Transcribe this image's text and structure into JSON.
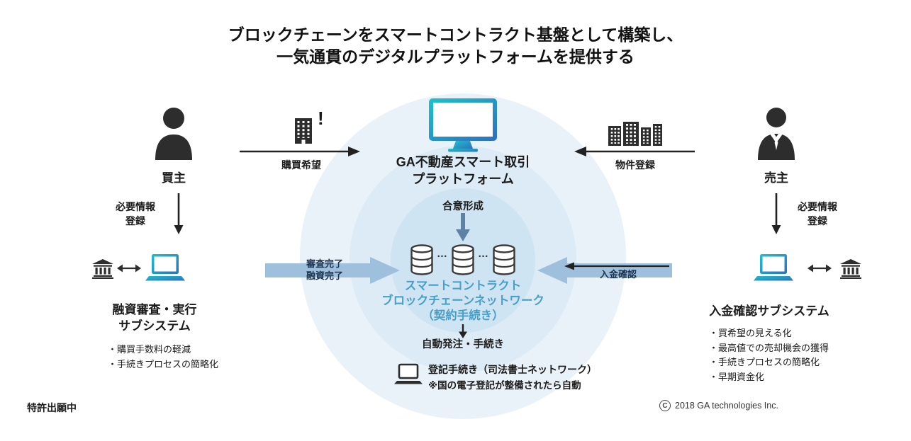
{
  "title": {
    "line1": "ブロックチェーンをスマートコントラクト基盤として構築し、",
    "line2": "一気通貫のデジタルプラットフォームを提供する"
  },
  "buyer": {
    "label": "買主",
    "request_label": "購買希望",
    "exclamation": "!",
    "info_line1": "必要情報",
    "info_line2": "登録",
    "subsystem": {
      "title_line1": "融資審査・実行",
      "title_line2": "サブシステム",
      "bullets": [
        "・購買手数料の軽減",
        "・手続きプロセスの簡略化"
      ]
    }
  },
  "seller": {
    "label": "売主",
    "register_label": "物件登録",
    "info_line1": "必要情報",
    "info_line2": "登録",
    "subsystem": {
      "title": "入金確認サブシステム",
      "bullets": [
        "・買希望の見える化",
        "・最高値での売却機会の獲得",
        "・手続きプロセスの簡略化",
        "・早期資金化"
      ]
    }
  },
  "platform": {
    "title_line1": "GA不動産スマート取引",
    "title_line2": "プラットフォーム",
    "consensus": "合意形成",
    "dots": "…",
    "network_line1": "スマートコントラクト",
    "network_line2": "ブロックチェーンネットワーク",
    "network_line3": "（契約手続き）",
    "auto_process": "自動発注・手続き",
    "registry_line1": "登記手続き（司法書士ネットワーク）",
    "registry_line2": "※国の電子登記が整備されたら自動"
  },
  "flows": {
    "loan_line1": "審査完了",
    "loan_line2": "融資完了",
    "payment": "入金確認"
  },
  "footer": {
    "patent": "特許出願中",
    "copyright_symbol": "C",
    "copyright": "2018 GA technologies Inc."
  },
  "colors": {
    "accent_teal": "#1ec1c9",
    "accent_blue": "#2e6fc0",
    "network_text": "#469fc9",
    "thick_arrow": "#9fc0dc",
    "thick_arrow_text": "#1c3350",
    "circle_outer": "#eaf2f9",
    "circle_mid": "#dcebf5",
    "circle_inner": "#cfe4f2",
    "ink": "#1b1b1b"
  }
}
